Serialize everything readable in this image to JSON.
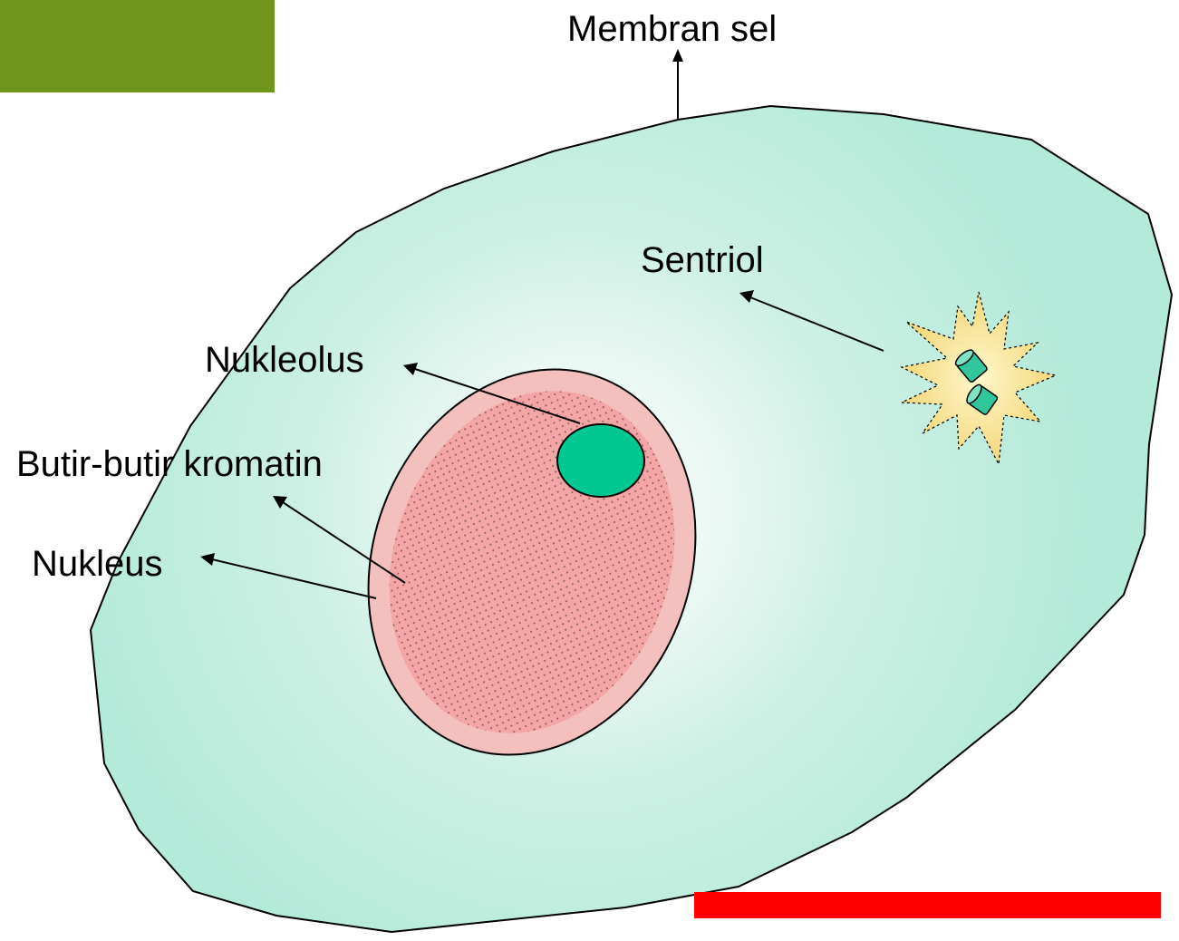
{
  "labels": {
    "membrane": "Membran sel",
    "centriole": "Sentriol",
    "nucleolus": "Nukleolus",
    "chromatin": "Butir-butir kromatin",
    "nucleus": "Nukleus"
  },
  "colors": {
    "corner_block": "#6f961a",
    "bottom_bar": "#ff0000",
    "cell_fill": "#b4ead9",
    "cell_center": "#ffffff",
    "nucleus_outer": "#f4c0bd",
    "nucleus_inner": "#f4a5a5",
    "nucleolus": "#00c890",
    "centriole_burst": "#fff1a0",
    "centriole": "#2fc79b",
    "outline": "#000000"
  }
}
